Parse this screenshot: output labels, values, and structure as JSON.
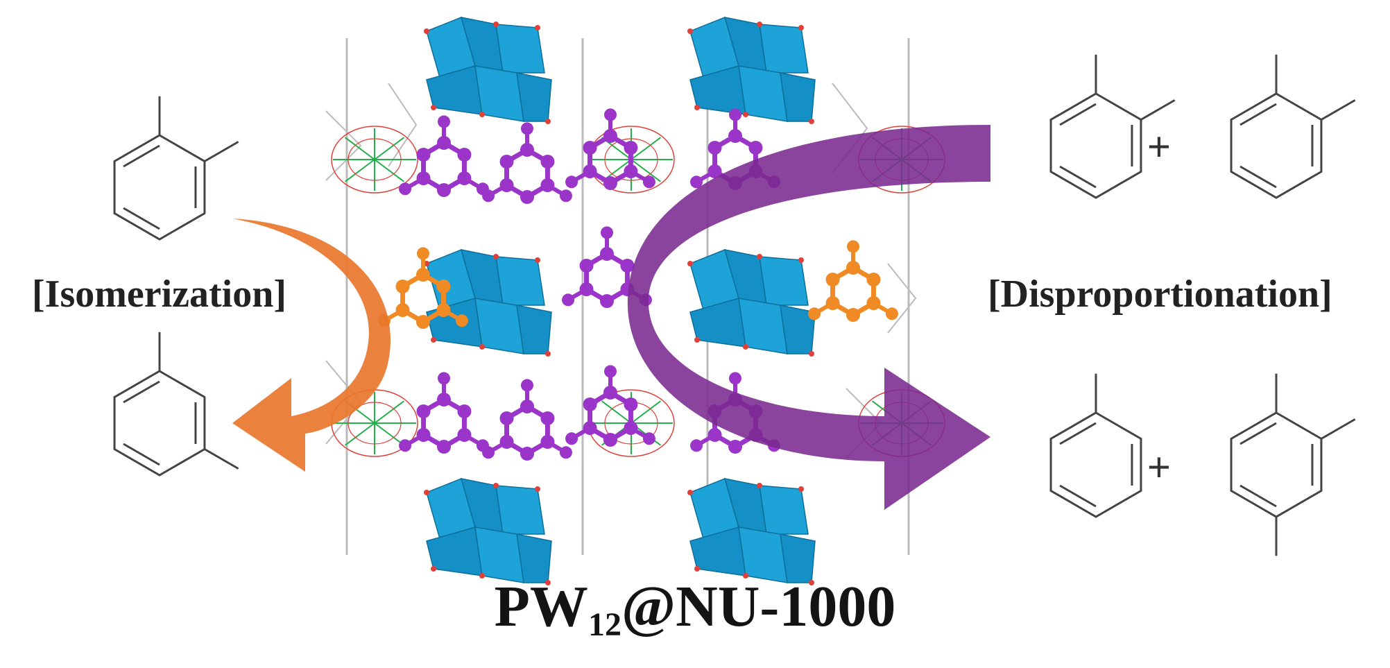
{
  "title": {
    "main": "PW",
    "subscript": "12",
    "suffix": "@NU-1000"
  },
  "labels": {
    "isomerization": "[Isomerization]",
    "disproportionation": "[Disproportionation]"
  },
  "operators": {
    "plus_top": "+",
    "plus_bottom": "+"
  },
  "colors": {
    "isomerization_arrow": "#e8762c",
    "disproportionation_arrow": "#7b2a8f",
    "polyhedra": "#1ea3d9",
    "purple_molecule": "#9b35c9",
    "orange_molecule": "#f08a24",
    "framework_green": "#22b04a",
    "framework_red": "#e0403a",
    "framework_gray": "#bbbbbb",
    "bond_line": "#444444"
  }
}
